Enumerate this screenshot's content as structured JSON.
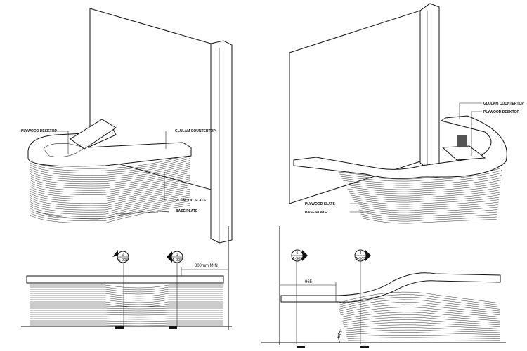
{
  "views": {
    "iso_left": {
      "labels": {
        "plywood_desktop": "PLYWOOD DESKTOP",
        "glulam_countertop": "GLULAM COUNTERTOP",
        "plywood_slats": "PLYWOOD SLATS",
        "base_plate": "BASE PLATE"
      }
    },
    "iso_right": {
      "labels": {
        "glulam_countertop": "GLULAM COUNTERTOP",
        "plywood_desktop": "PLYWOOD DESKTOP",
        "plywood_slats": "PLYWOOD SLATS",
        "base_plate": "BASE PLATE"
      }
    },
    "elevation_left": {
      "section_markers": [
        {
          "number": "2",
          "sheet": "A-905"
        },
        {
          "number": "1",
          "sheet": "A-905"
        }
      ],
      "dimension": "800mm MIN"
    },
    "elevation_right": {
      "section_markers": [
        {
          "number": "5",
          "sheet": "A-905"
        },
        {
          "number": "4",
          "sheet": "A-905"
        }
      ],
      "dimension": "965",
      "angle": "64.5°"
    }
  }
}
